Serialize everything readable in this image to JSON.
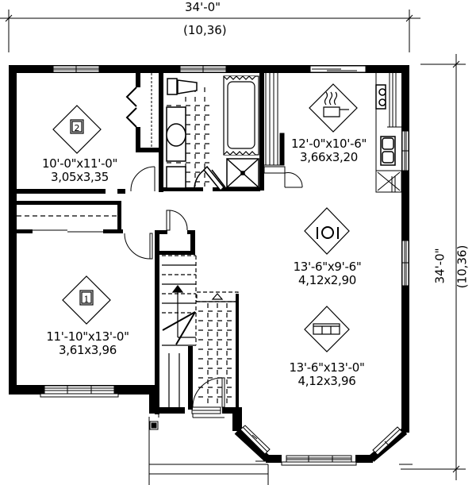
{
  "plan": {
    "type": "floor-plan",
    "colors": {
      "wall": "#000000",
      "line": "#000000",
      "background": "#ffffff"
    },
    "dimensions": {
      "top": {
        "imperial": "34'-0\"",
        "metric": "(10,36)"
      },
      "right": {
        "imperial": "34'-0\"",
        "metric": "(10,36)"
      }
    },
    "rooms": [
      {
        "id": "bedroom-2",
        "icon": "bedroom-2-icon",
        "icon_number": "2",
        "imperial": "10'-0\"x11'-0\"",
        "metric": "3,05x3,35"
      },
      {
        "id": "kitchen",
        "icon": "cooking-pot-icon",
        "imperial": "12'-0\"x10'-6\"",
        "metric": "3,66x3,20"
      },
      {
        "id": "dining",
        "icon": "plate-fork-knife-icon",
        "imperial": "13'-6\"x9'-6\"",
        "metric": "4,12x2,90"
      },
      {
        "id": "bedroom-1",
        "icon": "bedroom-1-icon",
        "icon_number": "1",
        "imperial": "11'-10\"x13'-0\"",
        "metric": "3,61x3,96"
      },
      {
        "id": "living",
        "icon": "sofa-icon",
        "imperial": "13'-6\"x13'-0\"",
        "metric": "4,12x3,96"
      }
    ]
  }
}
